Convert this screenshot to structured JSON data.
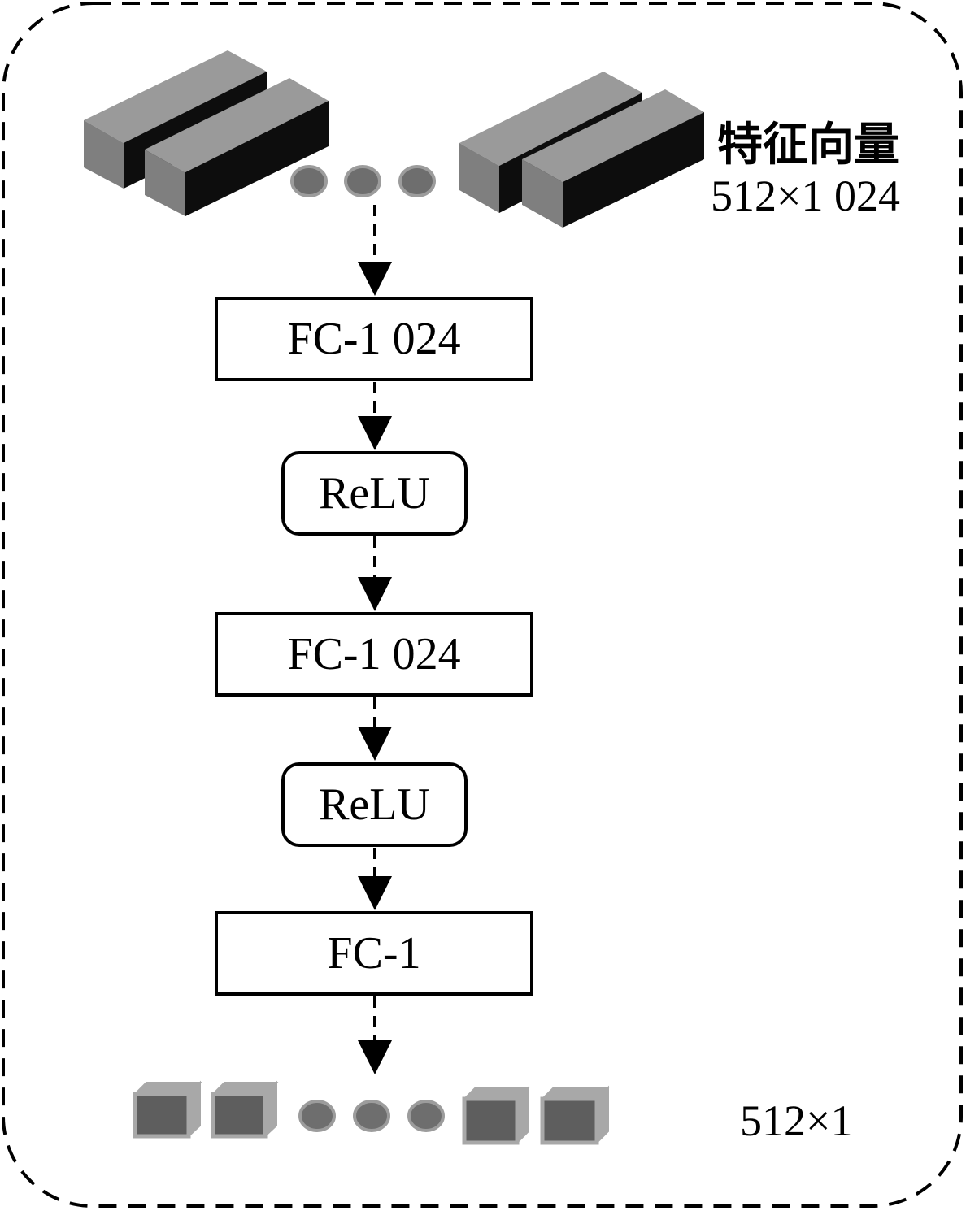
{
  "features": {
    "title": "特征向量",
    "dims": "512×1 024"
  },
  "nodes": [
    {
      "id": "fc1",
      "label": "FC-1 024",
      "shape": "rect"
    },
    {
      "id": "relu1",
      "label": "ReLU",
      "shape": "rounded"
    },
    {
      "id": "fc2",
      "label": "FC-1 024",
      "shape": "rect"
    },
    {
      "id": "relu2",
      "label": "ReLU",
      "shape": "rounded"
    },
    {
      "id": "fc3",
      "label": "FC-1",
      "shape": "rect"
    }
  ],
  "output": {
    "dims": "512×1"
  },
  "colors": {
    "block_top": "#9a9a9a",
    "block_front": "#7f7f7f",
    "block_side": "#0d0d0d",
    "dot_fill": "#6e6e6e",
    "dot_stroke": "#9c9c9c",
    "cube_front": "#5e5e5e",
    "cube_edge": "#a8a8a8"
  }
}
